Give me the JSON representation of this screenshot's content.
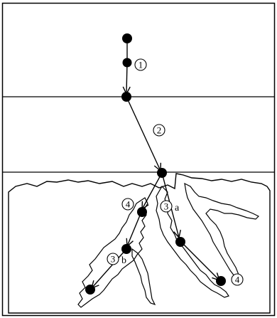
{
  "colors": {
    "stroke": "#000000",
    "background": "#ffffff"
  },
  "labels": {
    "segment_1": "1",
    "segment_2": "2",
    "segment_3a": "3",
    "suffix_a": "a",
    "segment_3b": "3",
    "suffix_b": "b",
    "segment_4_left": "4",
    "segment_4_right": "4"
  }
}
